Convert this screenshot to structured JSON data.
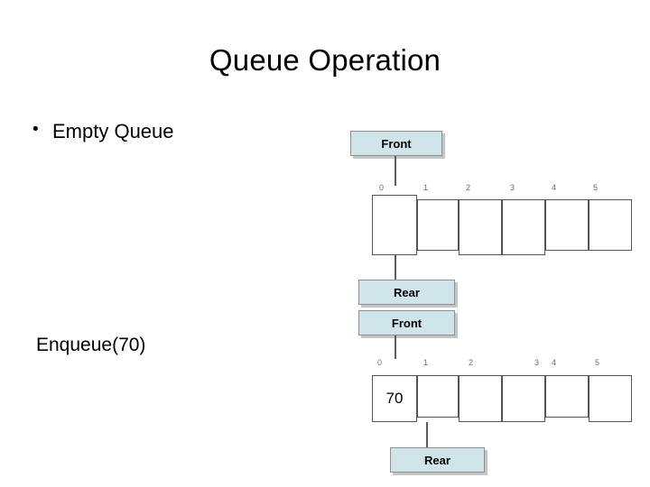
{
  "slide": {
    "title": "Queue Operation",
    "bullet": {
      "marker": "•",
      "text": "Empty Queue"
    },
    "second_line": "Enqueue(70)"
  },
  "queue1": {
    "front_label": "Front",
    "rear_label": "Rear",
    "indices": [
      "0",
      "1",
      "2",
      "3",
      "4",
      "5"
    ],
    "cells": [
      "",
      "",
      "",
      "",
      "",
      ""
    ]
  },
  "queue2": {
    "front_label": "Front",
    "rear_label": "Rear",
    "indices": [
      "0",
      "1",
      "2",
      "3",
      "4",
      "5"
    ],
    "cells": [
      "70",
      "",
      "",
      "",
      "",
      ""
    ]
  },
  "colors": {
    "label_fill": "#cfe5e9",
    "label_border": "#8f8f8f",
    "cell_border": "#555555",
    "text": "#000000"
  }
}
